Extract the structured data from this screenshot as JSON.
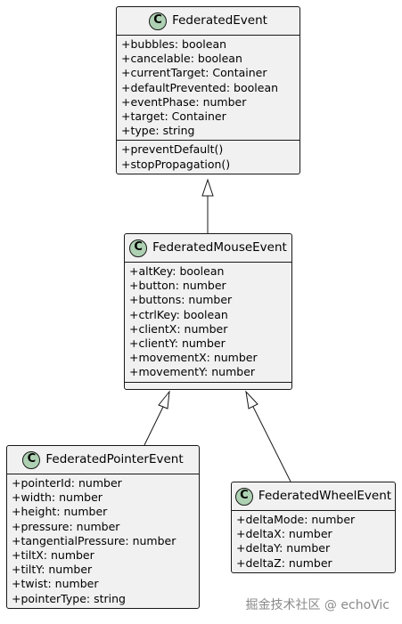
{
  "diagram": {
    "classes": [
      {
        "id": "FederatedEvent",
        "stereotype_icon": "C",
        "name": "FederatedEvent",
        "fields": [
          "+bubbles: boolean",
          "+cancelable: boolean",
          "+currentTarget: Container",
          "+defaultPrevented: boolean",
          "+eventPhase: number",
          "+target: Container",
          "+type: string"
        ],
        "methods": [
          "+preventDefault()",
          "+stopPropagation()"
        ]
      },
      {
        "id": "FederatedMouseEvent",
        "stereotype_icon": "C",
        "name": "FederatedMouseEvent",
        "fields": [
          "+altKey: boolean",
          "+button: number",
          "+buttons: number",
          "+ctrlKey: boolean",
          "+clientX: number",
          "+clientY: number",
          "+movementX: number",
          "+movementY: number"
        ],
        "methods": []
      },
      {
        "id": "FederatedPointerEvent",
        "stereotype_icon": "C",
        "name": "FederatedPointerEvent",
        "fields": [
          "+pointerId: number",
          "+width: number",
          "+height: number",
          "+pressure: number",
          "+tangentialPressure: number",
          "+tiltX: number",
          "+tiltY: number",
          "+twist: number",
          "+pointerType: string"
        ],
        "methods": null
      },
      {
        "id": "FederatedWheelEvent",
        "stereotype_icon": "C",
        "name": "FederatedWheelEvent",
        "fields": [
          "+deltaMode: number",
          "+deltaX: number",
          "+deltaY: number",
          "+deltaZ: number"
        ],
        "methods": null
      }
    ],
    "relations": [
      {
        "type": "inheritance",
        "from": "FederatedMouseEvent",
        "to": "FederatedEvent"
      },
      {
        "type": "inheritance",
        "from": "FederatedPointerEvent",
        "to": "FederatedMouseEvent"
      },
      {
        "type": "inheritance",
        "from": "FederatedWheelEvent",
        "to": "FederatedMouseEvent"
      }
    ]
  },
  "colors": {
    "class_fill": "#f1f1f1",
    "class_border": "#181818",
    "class_icon_fill": "#add1b2",
    "edge_stroke": "#181818",
    "watermark": "#8a8a8a"
  },
  "watermark": "掘金技术社区 @ echoVic"
}
